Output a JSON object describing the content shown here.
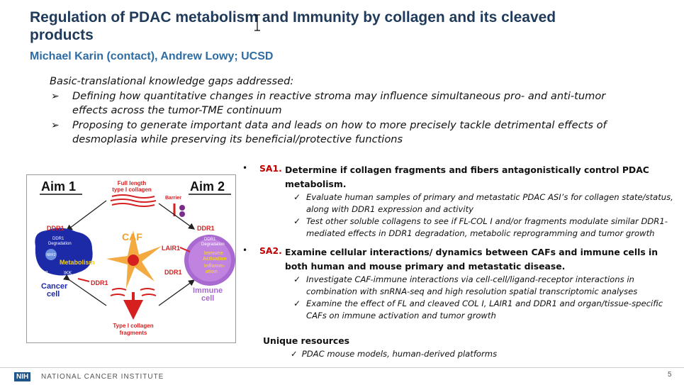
{
  "slide": {
    "title": "Regulation of PDAC metabolism and Immunity by collagen and its cleaved products",
    "subtitle": "Michael Karin (contact), Andrew Lowy; UCSD",
    "page_number": "5"
  },
  "gaps": {
    "heading": "Basic-translational knowledge gaps addressed:",
    "items": [
      "Defining how quantitative changes in reactive stroma may influence simultaneous pro- and anti-tumor effects across the tumor-TME continuum",
      "Proposing to generate important data and leads on how to more precisely tackle detrimental effects of desmoplasia while preserving its beneficial/protective functions"
    ]
  },
  "figure": {
    "aim1": "Aim 1",
    "aim2": "Aim 2",
    "full_length_1": "Full length",
    "full_length_2": "type I collagen",
    "barrier": "Barrier",
    "caf": "CAF",
    "ddr1_left": "DDR1",
    "ddr1_deg_1": "DDR1",
    "ddr1_deg_2": "Degradation",
    "nrf2": "NRF2",
    "metabolism": "Metabolism",
    "p62": "p62",
    "ikk": "IKK",
    "cancer_1": "Cancer",
    "cancer_2": "cell",
    "ddr1_bottom": "DDR1",
    "ddr1_right_top": "DDR1",
    "lair1": "LAIR1",
    "ddr1_right_bottom": "DDR1",
    "imm_ddr1_1": "DDR1",
    "imm_ddr1_2": "Degradation",
    "immune_act_1": "Immune",
    "immune_act_2": "Activation",
    "inflamm_1": "Inflamm-",
    "inflamm_2": "ation",
    "immune_cell_1": "Immune",
    "immune_cell_2": "cell",
    "fragments_1": "Type I collagen",
    "fragments_2": "fragments"
  },
  "aims": [
    {
      "label": "SA1.",
      "text": "Determine if collagen fragments and fibers antagonistically control PDAC metabolism.",
      "subs": [
        "Evaluate human samples of primary and metastatic PDAC ASI’s for collagen state/status, along with DDR1 expression and activity",
        "Test other soluble collagens to see if FL-COL I and/or fragments modulate similar DDR1-mediated effects in DDR1 degradation, metabolic reprogramming and tumor growth"
      ]
    },
    {
      "label": "SA2.",
      "text": "Examine cellular interactions/ dynamics between CAFs and immune cells in both human and mouse primary and metastatic disease.",
      "subs": [
        "Investigate CAF-immune interactions via cell-cell/ligand-receptor interactions in combination with snRNA-seq and high resolution spatial transcriptomic analyses",
        "Examine the effect of FL and cleaved COL I, LAIR1 and DDR1 and organ/tissue-specific CAFs on immune activation and tumor growth"
      ]
    }
  ],
  "unique": {
    "heading": "Unique resources",
    "items": [
      "PDAC mouse models, human-derived platforms"
    ]
  },
  "footer": {
    "nih": "NIH",
    "institute": "NATIONAL CANCER INSTITUTE"
  },
  "colors": {
    "title": "#1f3a5a",
    "subtitle": "#2e6ca4",
    "aim_label": "#c00000",
    "figure_red": "#d62020",
    "figure_blue": "#2b3fa0",
    "immune_purple": "#a86ad0"
  }
}
